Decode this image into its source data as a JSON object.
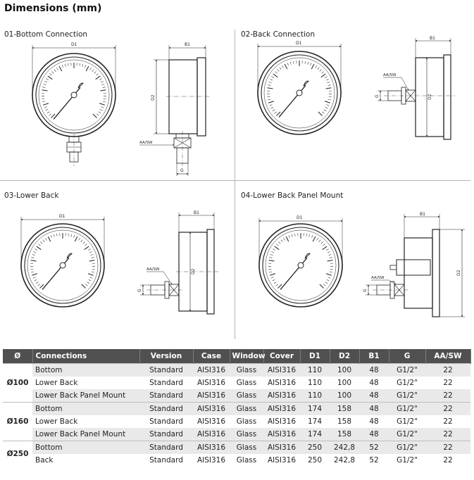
{
  "title": "Dimensions (mm)",
  "panels": {
    "p1": "01-Bottom Connection",
    "p2": "02-Back Connection",
    "p3": "03-Lower Back",
    "p4": "04-Lower Back Panel Mount"
  },
  "dim_labels": {
    "d1": "D1",
    "d2": "D2",
    "b1": "B1",
    "g": "G",
    "aasw": "AA/SW"
  },
  "table": {
    "headers": [
      "Ø",
      "Connections",
      "Version",
      "Case",
      "Window",
      "Cover",
      "D1",
      "D2",
      "B1",
      "G",
      "AA/SW"
    ],
    "groups": [
      {
        "diameter": "Ø100",
        "rows": [
          [
            "Bottom",
            "Standard",
            "AISI316",
            "Glass",
            "AISI316",
            "110",
            "100",
            "48",
            "G1/2\"",
            "22"
          ],
          [
            "Lower Back",
            "Standard",
            "AISI316",
            "Glass",
            "AISI316",
            "110",
            "100",
            "48",
            "G1/2\"",
            "22"
          ],
          [
            "Lower Back Panel Mount",
            "Standard",
            "AISI316",
            "Glass",
            "AISI316",
            "110",
            "100",
            "48",
            "G1/2\"",
            "22"
          ]
        ]
      },
      {
        "diameter": "Ø160",
        "rows": [
          [
            "Bottom",
            "Standard",
            "AISI316",
            "Glass",
            "AISI316",
            "174",
            "158",
            "48",
            "G1/2\"",
            "22"
          ],
          [
            "Lower Back",
            "Standard",
            "AISI316",
            "Glass",
            "AISI316",
            "174",
            "158",
            "48",
            "G1/2\"",
            "22"
          ],
          [
            "Lower Back Panel Mount",
            "Standard",
            "AISI316",
            "Glass",
            "AISI316",
            "174",
            "158",
            "48",
            "G1/2\"",
            "22"
          ]
        ]
      },
      {
        "diameter": "Ø250",
        "rows": [
          [
            "Bottom",
            "Standard",
            "AISI316",
            "Glass",
            "AISI316",
            "250",
            "242,8",
            "52",
            "G1/2\"",
            "22"
          ],
          [
            "Back",
            "Standard",
            "AISI316",
            "Glass",
            "AISI316",
            "250",
            "242,8",
            "52",
            "G1/2\"",
            "22"
          ]
        ]
      }
    ]
  }
}
